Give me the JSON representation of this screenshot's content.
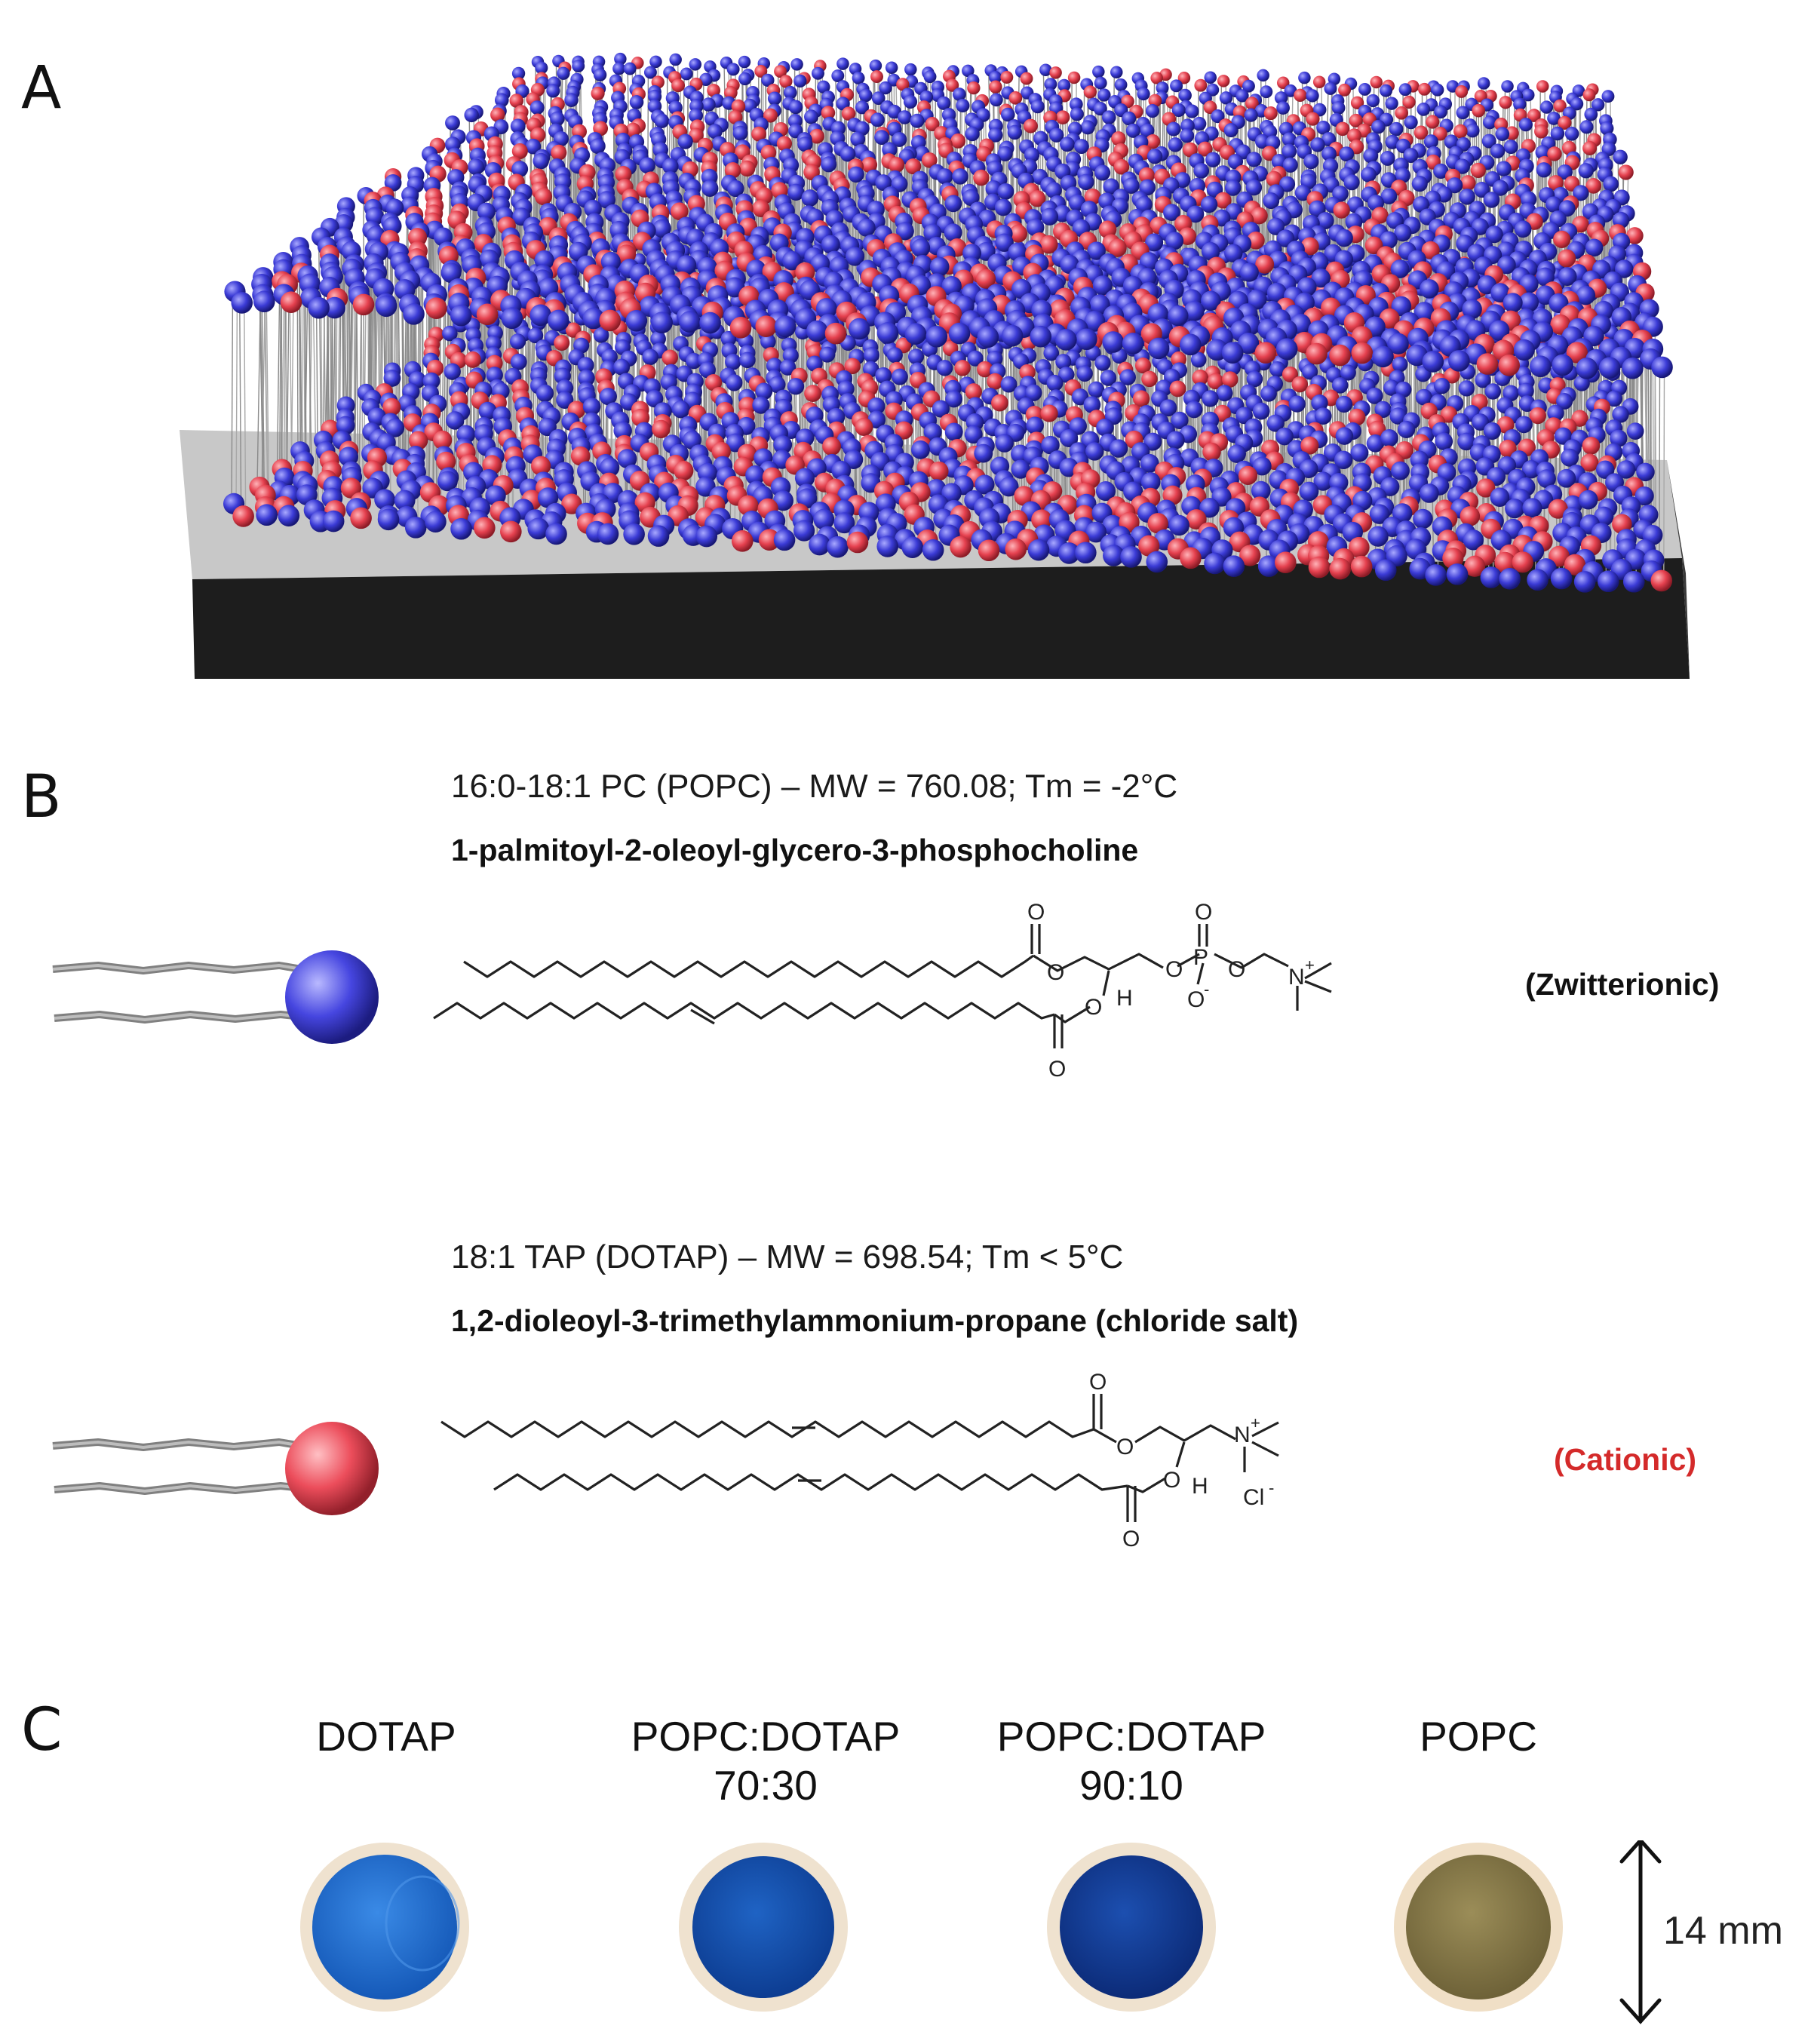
{
  "panels": {
    "a": "A",
    "b": "B",
    "c": "C"
  },
  "lipids": [
    {
      "id": "popc",
      "title": "16:0-18:1 PC (POPC) – MW = 760.08; Tm = -2°C",
      "name": "1-palmitoyl-2-oleoyl-glycero-3-phosphocholine",
      "charge": "(Zwitterionic)",
      "charge_color": "#111111",
      "head_color": "#3b3bd6",
      "atoms": {
        "o1": "O",
        "o2": "O",
        "o3": "O",
        "o4": "O",
        "o5": "O",
        "o6": "O",
        "o7": "O",
        "p": "P",
        "n": "N",
        "nplus": "+",
        "ominus": "-",
        "h": "H"
      }
    },
    {
      "id": "dotap",
      "title": "18:1 TAP (DOTAP) – MW = 698.54; Tm < 5°C",
      "name": "1,2-dioleoyl-3-trimethylammonium-propane (chloride salt)",
      "charge": "(Cationic)",
      "charge_color": "#d42a2a",
      "head_color": "#e5414f",
      "atoms": {
        "o1": "O",
        "o2": "O",
        "o3": "O",
        "o4": "O",
        "n": "N",
        "nplus": "+",
        "h": "H",
        "cl": "Cl",
        "clminus": "-"
      }
    }
  ],
  "samples": [
    {
      "line1": "DOTAP",
      "line2": "",
      "color": "#1d6fd0"
    },
    {
      "line1": "POPC:DOTAP",
      "line2": "70:30",
      "color": "#1253b6"
    },
    {
      "line1": "POPC:DOTAP",
      "line2": "90:10",
      "color": "#123c9c"
    },
    {
      "line1": "POPC",
      "line2": "",
      "color": "#8a7a48"
    }
  ],
  "scale": {
    "label": "14 mm"
  },
  "membrane": {
    "head_colors": {
      "popc": "#3b3bd6",
      "dotap": "#e5414f"
    },
    "substrate_color": "#1d1d1d"
  }
}
